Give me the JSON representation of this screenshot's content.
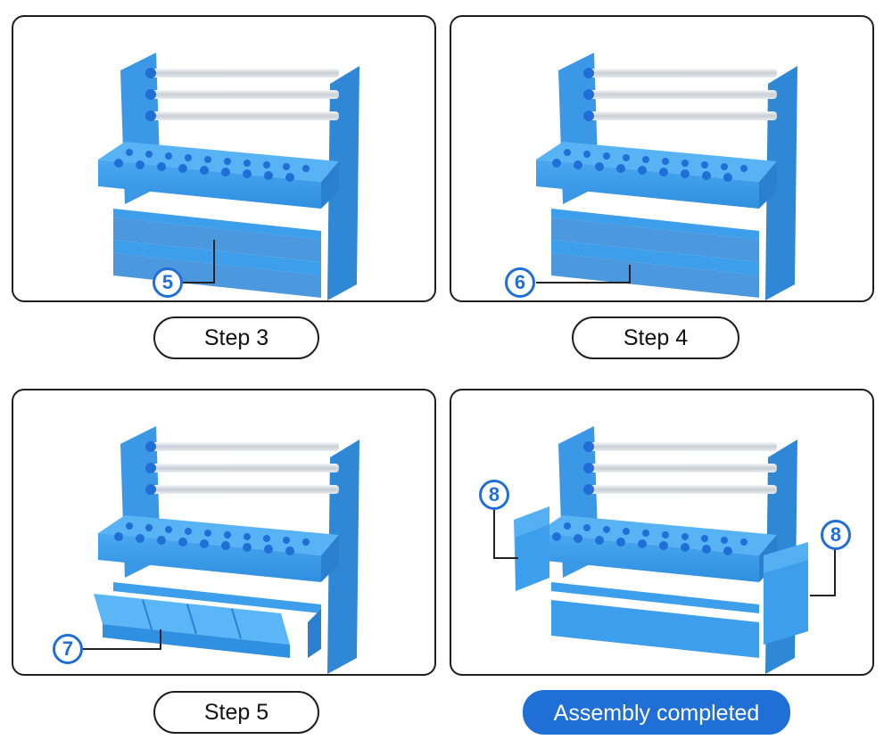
{
  "panels": [
    {
      "step_label": "Step 3",
      "callouts": [
        "5"
      ]
    },
    {
      "step_label": "Step 4",
      "callouts": [
        "6"
      ]
    },
    {
      "step_label": "Step 5",
      "callouts": [
        "7"
      ]
    },
    {
      "step_label": "Assembly completed",
      "callouts": [
        "8",
        "8"
      ]
    }
  ],
  "colors": {
    "accent": "#1f6fd6",
    "rack_blue": "#3a9bea",
    "rod": "#d8dde3",
    "border": "#1f1f1f"
  },
  "icons": [
    "tool-rack-illustration"
  ]
}
